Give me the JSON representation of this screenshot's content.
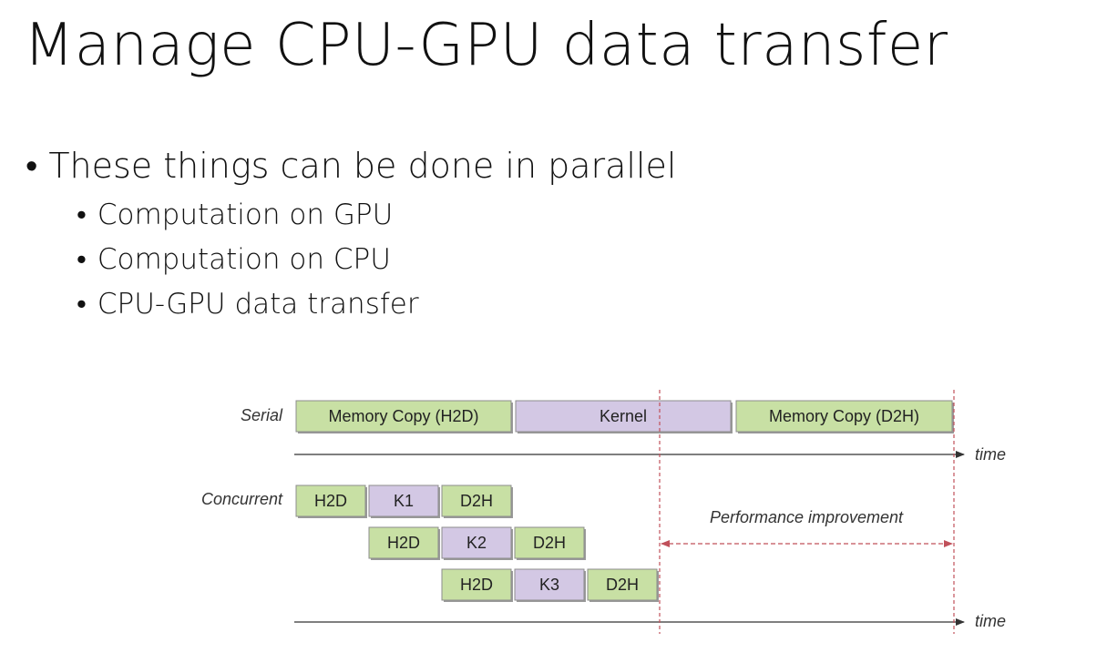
{
  "slide": {
    "title": "Manage CPU-GPU data transfer",
    "bullet": "These things can be done in parallel",
    "sub_bullets": [
      "Computation on GPU",
      "Computation on CPU",
      "CPU-GPU data transfer"
    ],
    "bullet_glyph": "•"
  },
  "diagram": {
    "colors": {
      "transfer": "#c8e0a4",
      "kernel": "#d3c8e4",
      "arrow": "#c0505a",
      "axis": "#333333"
    },
    "serial": {
      "label": "Serial",
      "blocks": [
        {
          "text": "Memory Copy (H2D)",
          "kind": "transfer"
        },
        {
          "text": "Kernel",
          "kind": "kernel"
        },
        {
          "text": "Memory Copy (D2H)",
          "kind": "transfer"
        }
      ]
    },
    "concurrent": {
      "label": "Concurrent",
      "streams": [
        [
          {
            "text": "H2D",
            "kind": "transfer"
          },
          {
            "text": "K1",
            "kind": "kernel"
          },
          {
            "text": "D2H",
            "kind": "transfer"
          }
        ],
        [
          {
            "text": "H2D",
            "kind": "transfer"
          },
          {
            "text": "K2",
            "kind": "kernel"
          },
          {
            "text": "D2H",
            "kind": "transfer"
          }
        ],
        [
          {
            "text": "H2D",
            "kind": "transfer"
          },
          {
            "text": "K3",
            "kind": "kernel"
          },
          {
            "text": "D2H",
            "kind": "transfer"
          }
        ]
      ]
    },
    "time_label": "time",
    "improvement_label": "Performance improvement"
  }
}
